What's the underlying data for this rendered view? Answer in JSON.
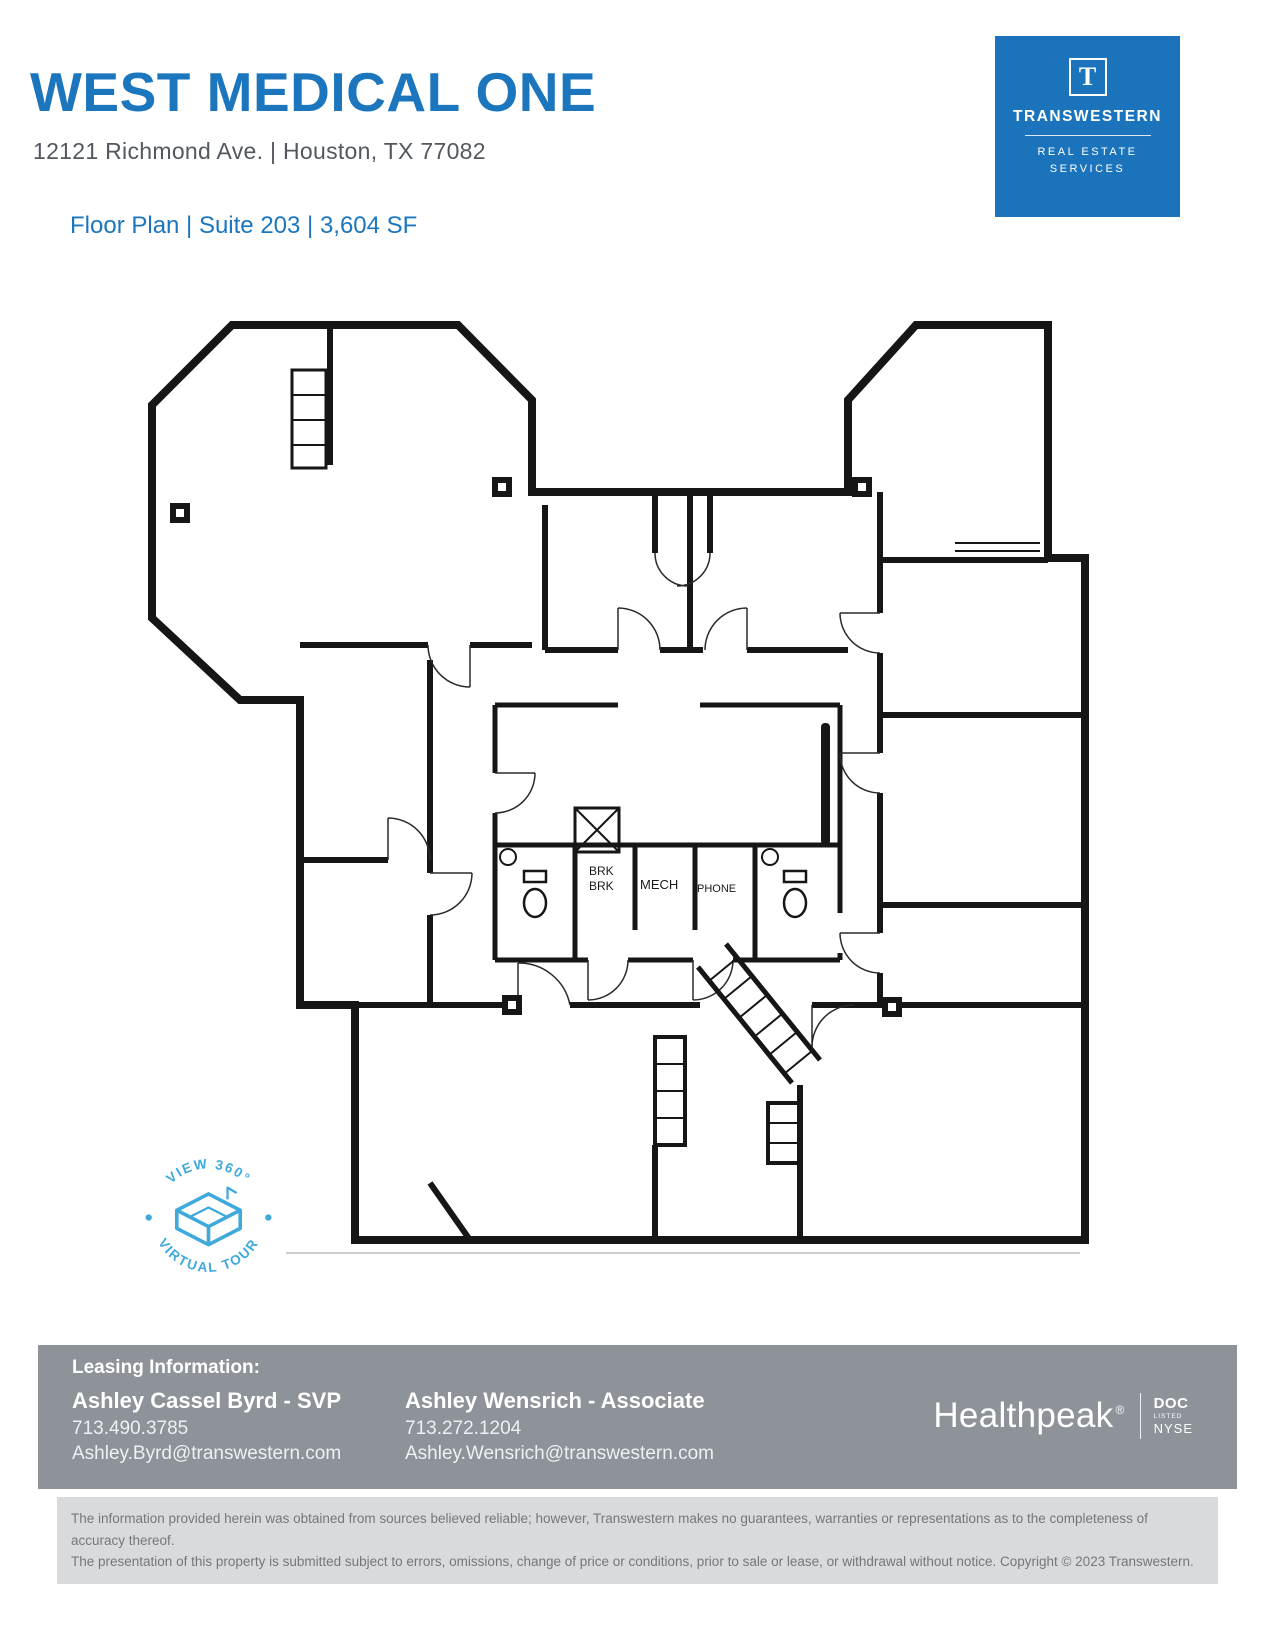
{
  "header": {
    "title": "WEST MEDICAL ONE",
    "address": "12121 Richmond Ave. | Houston, TX 77082",
    "subtitle": "Floor Plan | Suite 203 | 3,604 SF"
  },
  "brand": {
    "icon_letter": "T",
    "name": "TRANSWESTERN",
    "tagline_line1": "REAL ESTATE",
    "tagline_line2": "SERVICES"
  },
  "floor_plan": {
    "labels": {
      "brk1": "BRK",
      "brk2": "BRK",
      "mech": "MECH",
      "phone": "PHONE"
    }
  },
  "virtual_tour": {
    "arc_top": "VIEW 360°",
    "arc_bottom": "VIRTUAL TOUR"
  },
  "footer": {
    "leasing_label": "Leasing Information:",
    "contacts": [
      {
        "name": "Ashley Cassel Byrd - SVP",
        "phone": "713.490.3785",
        "email": "Ashley.Byrd@transwestern.com"
      },
      {
        "name": "Ashley Wensrich - Associate",
        "phone": "713.272.1204",
        "email": "Ashley.Wensrich@transwestern.com"
      }
    ],
    "partner_name": "Healthpeak",
    "partner_registered": "®",
    "ticker_top": "DOC",
    "ticker_middle": "LISTED",
    "ticker_bottom": "NYSE"
  },
  "disclaimer": {
    "line1": "The information provided herein was obtained from sources believed reliable; however, Transwestern makes no guarantees, warranties or representations as to the completeness of accuracy thereof.",
    "line2": "The presentation of this property is submitted subject to errors, omissions, change of price or conditions, prior to sale or lease, or withdrawal without notice. Copyright © 2023 Transwestern."
  },
  "colors": {
    "accent_blue": "#1b76be",
    "brand_blue": "#1b74bb",
    "tour_blue": "#3fa9dc",
    "footer_gray": "#8e9399",
    "disclaimer_gray": "#d9dadc"
  }
}
